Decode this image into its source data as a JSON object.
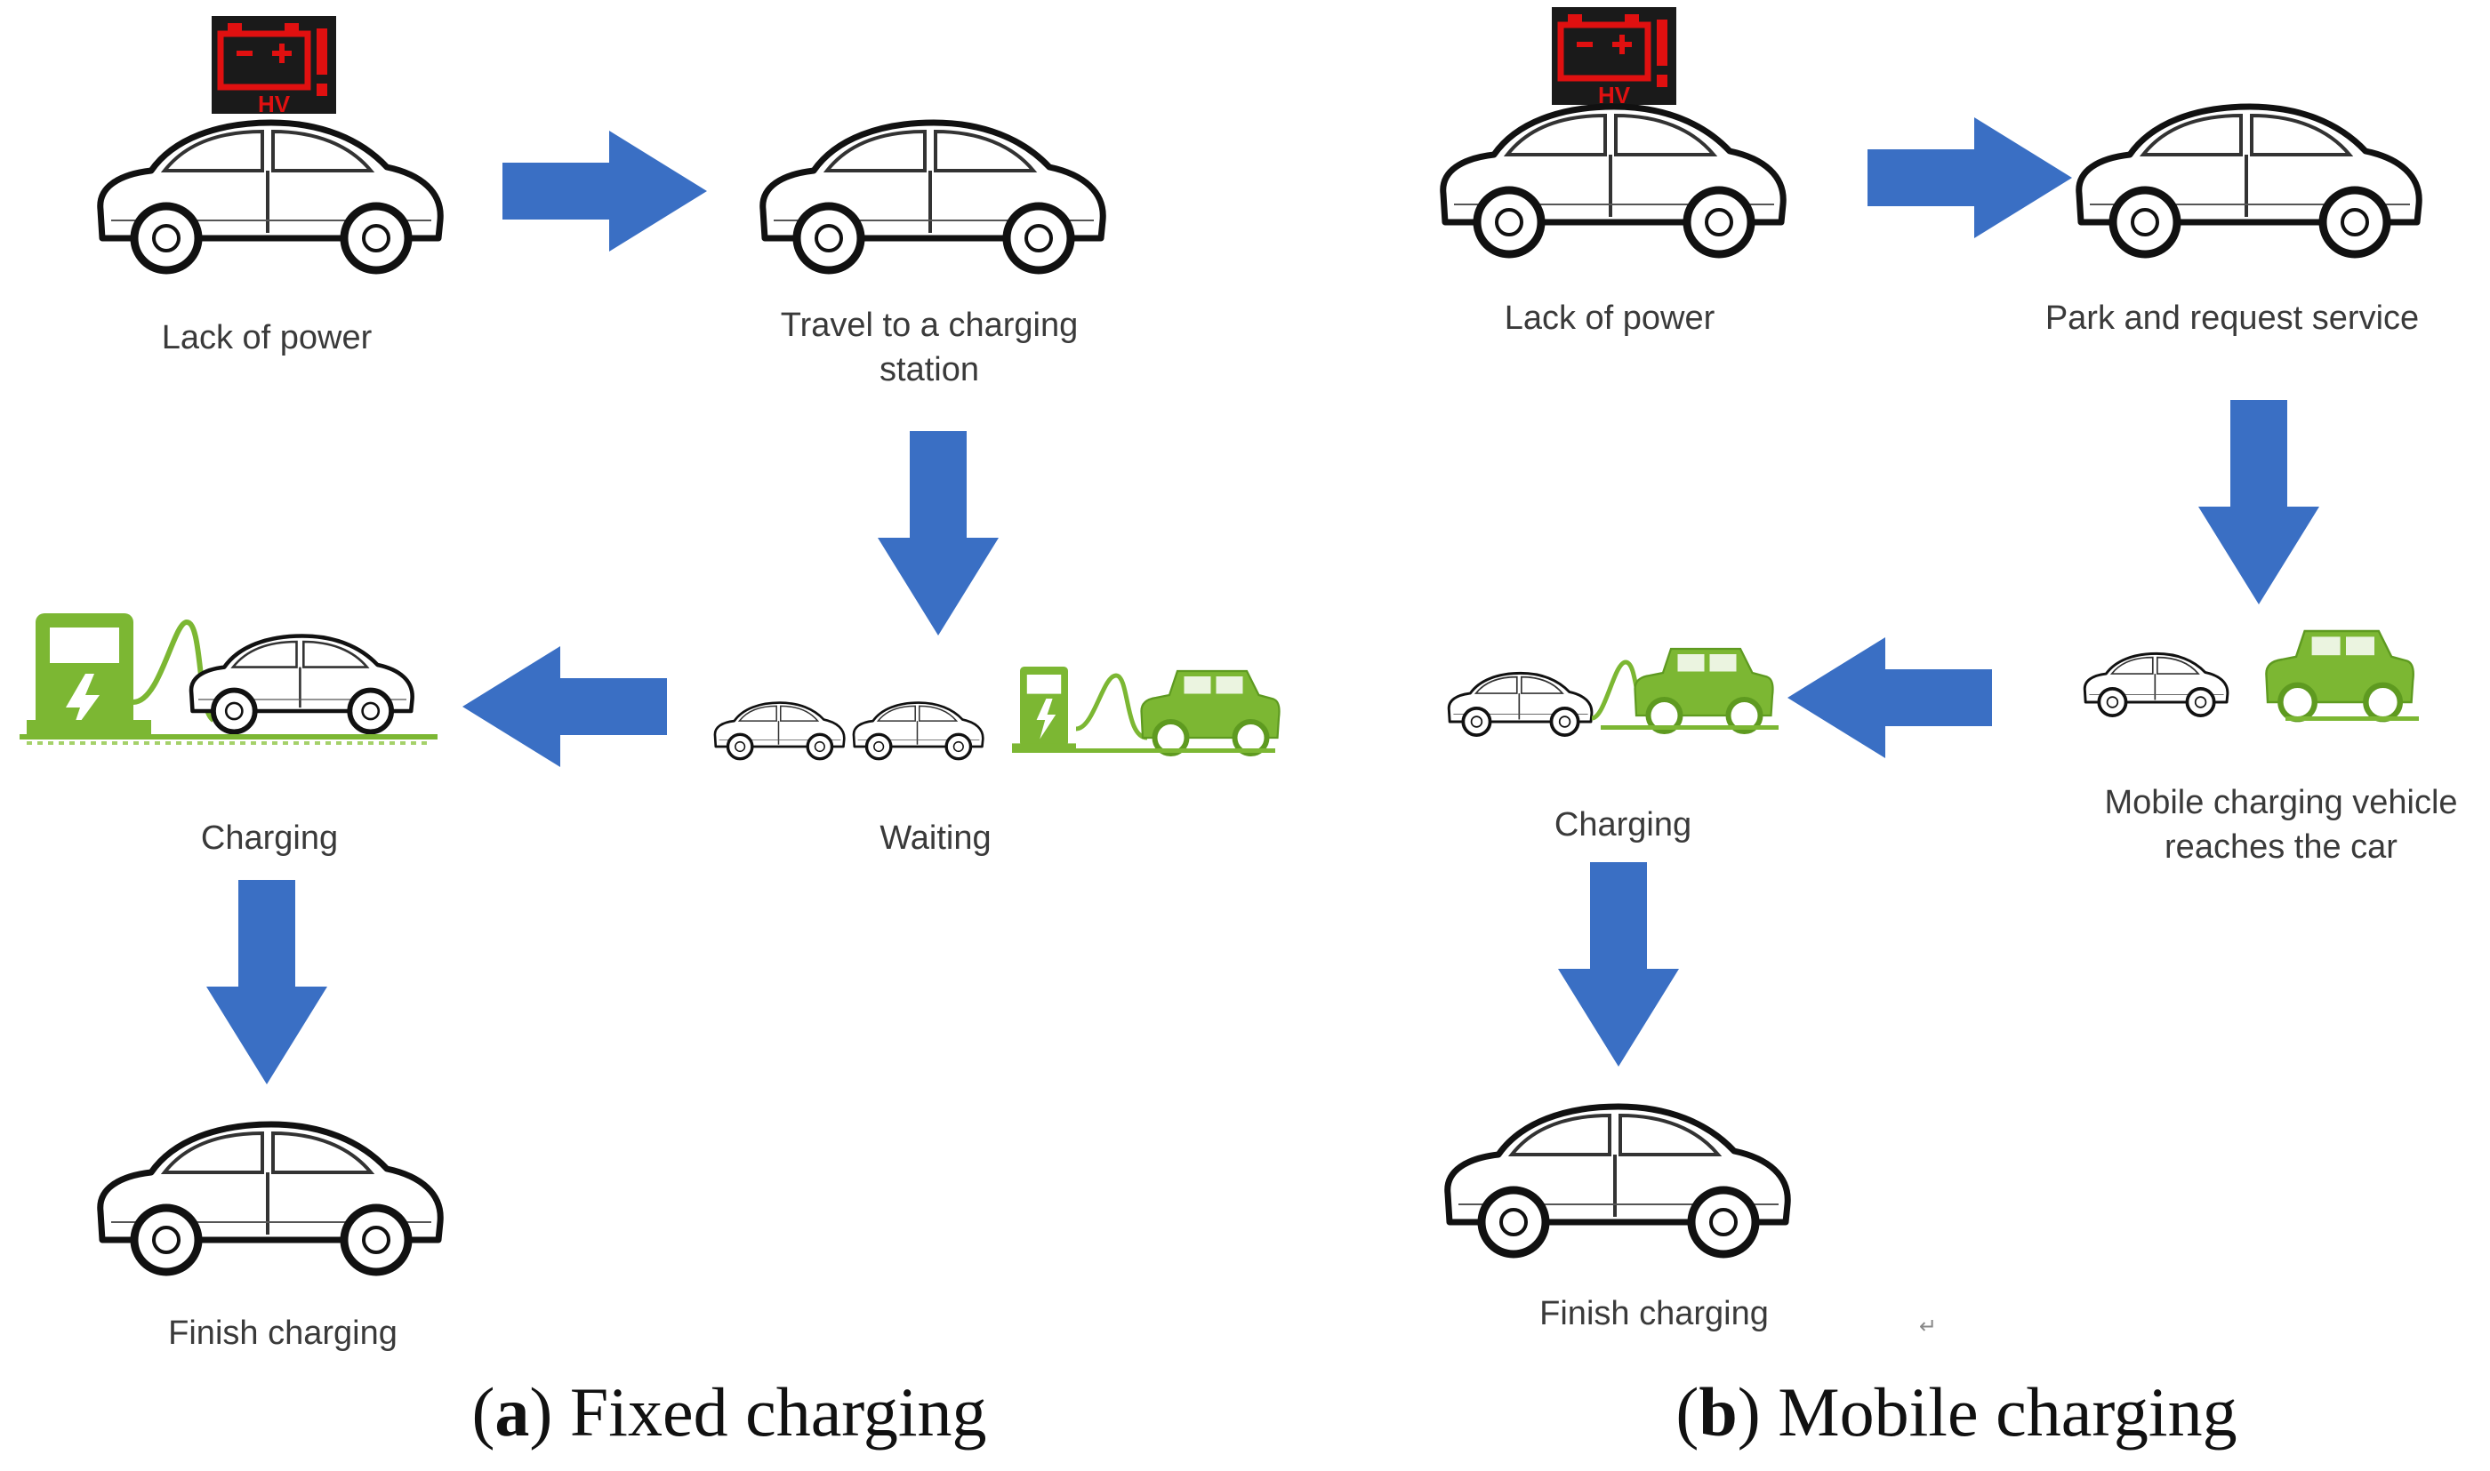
{
  "colors": {
    "arrow": "#3a6fc4",
    "green": "#7cb733",
    "car_outline": "#111111",
    "car_fill": "#ffffff",
    "battery_bg": "#1a1a1a",
    "battery_red": "#e01010",
    "label": "#3a3a3a"
  },
  "icons": {
    "battery_warning": "battery-warning-icon",
    "car": "car-icon",
    "charging_station": "charging-station-icon",
    "green_vehicle": "green-vehicle-icon"
  },
  "panel_a": {
    "nodes": {
      "lack_of_power": "Lack of power",
      "travel_line1": "Travel to a charging",
      "travel_line2": "station",
      "waiting": "Waiting",
      "charging": "Charging",
      "finish": "Finish charging"
    },
    "caption": {
      "open": "(",
      "letter": "a",
      "text": ") Fixed charging"
    }
  },
  "panel_b": {
    "nodes": {
      "lack_of_power": "Lack of power",
      "park": "Park and request service",
      "mobile_line1": "Mobile charging vehicle",
      "mobile_line2": "reaches the car",
      "charging": "Charging",
      "finish": "Finish charging"
    },
    "caption": {
      "open": "(",
      "letter": "b",
      "text": ") Mobile charging"
    }
  },
  "misc": {
    "return_mark": "↵"
  }
}
